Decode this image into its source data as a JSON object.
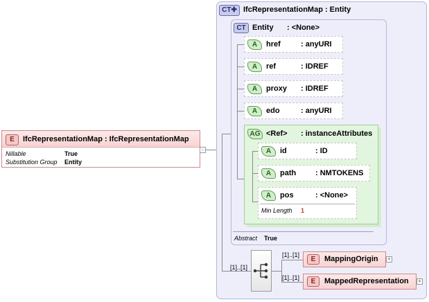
{
  "root_element": {
    "badge": "E",
    "title": "IfcRepresentationMap : IfcRepresentationMap",
    "props": [
      {
        "key": "Nillable",
        "value": "True"
      },
      {
        "key": "Substitution Group",
        "value": "Entity"
      }
    ],
    "collapse_symbol": "-"
  },
  "complex_type": {
    "badge": "CT",
    "title": "IfcRepresentationMap : Entity",
    "base": {
      "badge": "CT",
      "name": "Entity",
      "type": ": <None>",
      "attributes": [
        {
          "badge": "A",
          "name": "href",
          "type": ": anyURI"
        },
        {
          "badge": "A",
          "name": "ref",
          "type": ": IDREF"
        },
        {
          "badge": "A",
          "name": "proxy",
          "type": ": IDREF"
        },
        {
          "badge": "A",
          "name": "edo",
          "type": ": anyURI"
        }
      ],
      "attribute_group": {
        "badge": "AG",
        "name": "<Ref>",
        "type": ": instanceAttributes",
        "attributes": [
          {
            "badge": "A",
            "name": "id",
            "type": ": ID"
          },
          {
            "badge": "A",
            "name": "path",
            "type": ": NMTOKENS"
          },
          {
            "badge": "A",
            "name": "pos",
            "type": ": <None>",
            "facet_key": "Min Length",
            "facet_value": "1"
          }
        ]
      },
      "abstract_key": "Abstract",
      "abstract_value": "True"
    },
    "sequence": {
      "multiplicity": "[1]..[1]",
      "children": [
        {
          "badge": "E",
          "name": "MappingOrigin",
          "multiplicity": "[1]..[1]"
        },
        {
          "badge": "E",
          "name": "MappedRepresentation",
          "multiplicity": "[1]..[1]"
        }
      ]
    }
  },
  "colors": {
    "ct_fill": "#eeeefb",
    "ct_border": "#b5b5d6",
    "ag_fill": "#e2f5de",
    "element_fill": "#fde9e9",
    "element_border": "#c98b8b"
  }
}
